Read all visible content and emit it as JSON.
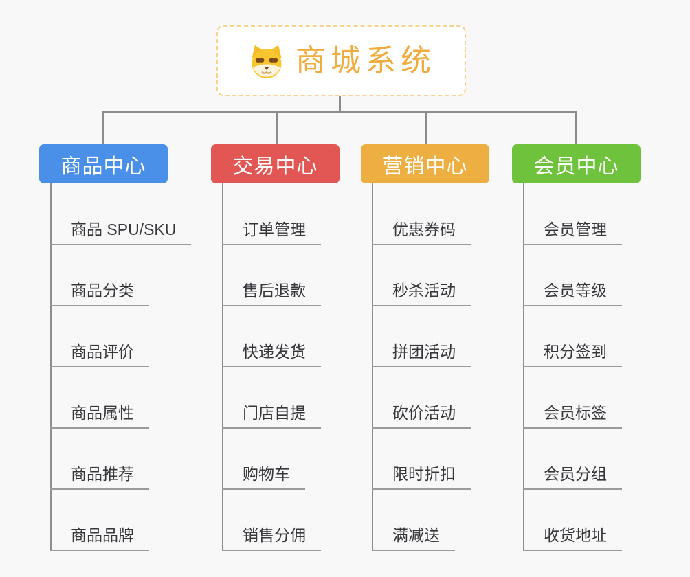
{
  "page": {
    "background_color": "#f8f8f8",
    "connector_color": "#8c8c8c",
    "underline_color": "#9b9b9b"
  },
  "root": {
    "title": "商城系统",
    "icon": "dog-face-icon",
    "text_color": "#f0ac3e",
    "border_color": "#f8d28e",
    "background_color": "#ffffff"
  },
  "branches": [
    {
      "label": "商品中心",
      "color": "#4a90e8",
      "items": [
        "商品 SPU/SKU",
        "商品分类",
        "商品评价",
        "商品属性",
        "商品推荐",
        "商品品牌"
      ]
    },
    {
      "label": "交易中心",
      "color": "#e25754",
      "items": [
        "订单管理",
        "售后退款",
        "快递发货",
        "门店自提",
        "购物车",
        "销售分佣"
      ]
    },
    {
      "label": "营销中心",
      "color": "#edae42",
      "items": [
        "优惠券码",
        "秒杀活动",
        "拼团活动",
        "砍价活动",
        "限时折扣",
        "满减送"
      ]
    },
    {
      "label": "会员中心",
      "color": "#6ec23c",
      "items": [
        "会员管理",
        "会员等级",
        "积分签到",
        "会员标签",
        "会员分组",
        "收货地址"
      ]
    }
  ]
}
